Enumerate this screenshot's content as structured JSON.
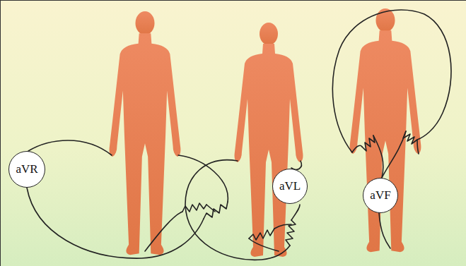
{
  "diagram": {
    "nodes": [
      {
        "text": [
          "aVR"
        ]
      },
      {
        "text": [
          "aVL"
        ]
      },
      {
        "text": [
          "aVF"
        ]
      }
    ]
  }
}
